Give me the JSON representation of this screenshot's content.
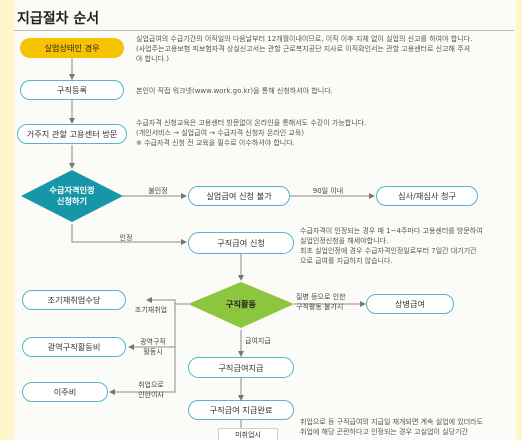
{
  "title": "지급절차 순서",
  "nodes": {
    "unemployed": "실업상태인 경우",
    "job_register": "구직등록",
    "local_center": "거주지 관할 고용센터 방문",
    "eligibility": "수급자격인정\n신청하기",
    "denied": "실업급여 신청 불가",
    "review": "심사/재심사 청구",
    "job_seeker_apply": "구직급여 신청",
    "job_activity": "구직활동",
    "early_reemploy": "조기재취업수당",
    "wide_area": "광역구직활동비",
    "relocation": "이주비",
    "injury_sick": "상병급여",
    "job_pay": "구직급여지급",
    "pay_end": "구직급여 지급완료",
    "unfinished_rows": "미취업시"
  },
  "edges": {
    "denied": "불인정",
    "within90": "90일 이내",
    "approved": "인정",
    "early_reemploy": "조기재취업",
    "wide_area": "광역구직\n활동시",
    "relocation": "취업으로\n인한이사",
    "injury": "질병 등으로 인한\n구직활동 불가시",
    "job_pay": "급여지급"
  },
  "descriptions": {
    "d1": "실업급여의 수급기간의 이직일의 다음날부터 12개월이내이므로, 이직 이후 지체 없이 실업의 신고를 하여야 합니다.\n(사업주는고용보험 피보험자격 상실신고서는 관할 근로복지공단 지사로 이직확인서는 관할 고용센터로 신고해 주셔\n야 합니다.)",
    "d2": "본인이 직접 워크넷(www.work.go.kr)을 통해 신청하셔야 합니다.",
    "d3": "수급자격 신청교육은 고용센터 방문없이 온라인을 통해서도 수강이 가능합니다.\n(개인서비스 → 실업급여 → 수급자격 신청자 온라인 교육)\n※ 수급자격 신청 전 교육을 필수로 이수하셔야 합니다.",
    "d4": "수급자격이 인정되는 경우 매 1~4주마다 고용센터를 방문하여\n실업인정신청을 해세야합니다.\n최초 실업인정에 경우 수급자격인정일로부터 7일간 대기기간\n으로 급여를 지급하지 않습니다.",
    "d5": "취업으로 등 구직급여의 지급일 재개되면 계속 실업에 있더라도\n취업에 해당 곤란하다고 인정되는 경우 고실업이 실당기간"
  },
  "colors": {
    "accent": "#56b5cb",
    "diamond_teal": "#1796a8",
    "diamond_green": "#8cc63f",
    "highlight": "#f6c300"
  }
}
